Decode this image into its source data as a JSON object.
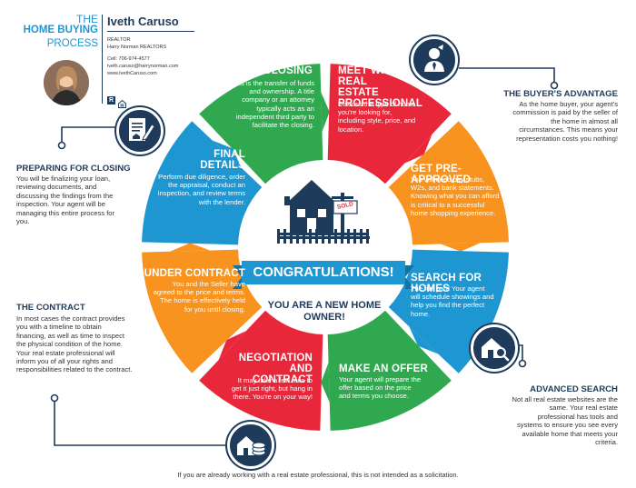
{
  "header": {
    "title_line1": "THE",
    "title_line2": "HOME BUYING",
    "title_line3": "PROCESS",
    "agent_name": "Iveth Caruso",
    "agent_role": "REALTOR",
    "agency": "Harry Norman REALTORS",
    "phone": "Cell: 706-974-4577",
    "email": "iveth.caruso@harrynorman.com",
    "website": "www.IvethCaruso.com"
  },
  "segments": {
    "closing": {
      "title": "CLOSING",
      "text": "This is the transfer of funds and ownership. A title company or an attorney typically acts as an independent third party to facilitate the closing."
    },
    "meet": {
      "title": "MEET WITH A REAL ESTATE PROFESSIONAL",
      "text": "Discuss the type of home you're looking for, including style, price, and location."
    },
    "preapproved": {
      "title": "GET PRE-APPROVED",
      "text": "You will need pay stubs, W2s, and bank statements. Knowing what you can afford is critical to a successful home shopping experience."
    },
    "search": {
      "title": "SEARCH FOR HOMES",
      "text": "The fun part! Your agent will schedule showings and help you find the perfect home."
    },
    "offer": {
      "title": "MAKE AN OFFER",
      "text": "Your agent will prepare the offer based on the price and terms you choose."
    },
    "negotiation": {
      "title": "NEGOTIATION AND CONTRACT",
      "text": "It may take a few tries to get it just right, but hang in there. You're on your way!"
    },
    "under": {
      "title": "UNDER CONTRACT",
      "text": "You and the Seller have agreed to the price and terms. The home is effectively held for you until closing."
    },
    "final": {
      "title": "FINAL DETAILS",
      "text": "Perform due diligence, order the appraisal, conduct an inspection, and review terms with the lender."
    }
  },
  "center": {
    "sold_sign": "SOLD",
    "banner": "CONGRATULATIONS!",
    "subtitle": "YOU ARE A NEW HOME OWNER!"
  },
  "sides": {
    "advantage": {
      "title": "THE BUYER'S ADVANTAGE",
      "text": "As the home buyer, your agent's commission is paid by the seller of the home in almost all circumstances. This means your representation costs you nothing!"
    },
    "preparing": {
      "title": "PREPARING FOR CLOSING",
      "text": "You will be finalizing your loan, reviewing documents, and discussing the findings from the inspection. Your agent will be managing this entire process for you."
    },
    "contract": {
      "title": "THE CONTRACT",
      "text": "In most cases the contract provides you with a timeline to obtain financing, as well as time to inspect the physical condition of the home. Your real estate professional will inform you of all your rights and responsibilities related to the contract."
    },
    "advanced": {
      "title": "ADVANCED SEARCH",
      "text": "Not all real estate websites are the same. Your real estate professional has tools and systems to ensure you see every available home that meets your criteria."
    }
  },
  "footer": {
    "disclaimer": "If you are already working with a real estate professional, this is not intended as a solicitation."
  },
  "icons": [
    "realtor-logo-icon",
    "equal-housing-icon",
    "document-pen-icon",
    "agent-person-icon",
    "house-search-icon",
    "house-money-icon",
    "house-icon"
  ],
  "colors": {
    "closing": "#2fa84f",
    "meet": "#e8283a",
    "preapproved": "#f7931e",
    "search": "#1e96d2",
    "offer": "#2fa84f",
    "negotiation": "#e8283a",
    "under": "#f7931e",
    "final": "#1e96d2",
    "navy": "#1f3b5c",
    "banner": "#1e96d2"
  }
}
